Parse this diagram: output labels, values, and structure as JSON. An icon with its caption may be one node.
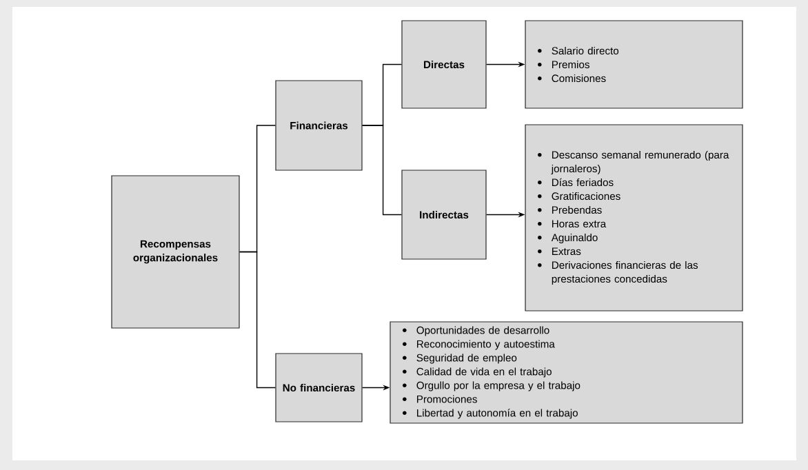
{
  "diagram": {
    "nodes": [
      {
        "text": [
          "Recompensas organizacionales"
        ]
      },
      {
        "text": [
          "Financieras"
        ]
      },
      {
        "text": [
          "No financieras"
        ]
      },
      {
        "text": [
          "Directas"
        ]
      },
      {
        "text": [
          "Indirectas"
        ]
      },
      {
        "text": [
          "Salario directo",
          "Premios",
          "Comisiones"
        ]
      },
      {
        "text": [
          "Descanso semanal remunerado (para jornaleros)",
          "Días feriados",
          "Gratificaciones",
          "Prebendas",
          "Horas extra",
          "Aguinaldo",
          "Extras",
          "Derivaciones financieras de las prestaciones concedidas"
        ]
      },
      {
        "text": [
          "Oportunidades de desarrollo",
          "Reconocimiento y autoestima",
          "Seguridad de empleo",
          "Calidad de vida en el trabajo",
          "Orgullo por la empresa y el trabajo",
          "Promociones",
          "Libertad y autonomía en el trabajo"
        ]
      }
    ],
    "edges": [
      {
        "from": 0,
        "to": 1,
        "arrow": "none"
      },
      {
        "from": 0,
        "to": 2,
        "arrow": "none"
      },
      {
        "from": 1,
        "to": 3,
        "arrow": "none"
      },
      {
        "from": 1,
        "to": 4,
        "arrow": "none"
      },
      {
        "from": 3,
        "to": 5,
        "arrow": "to"
      },
      {
        "from": 4,
        "to": 6,
        "arrow": "to"
      },
      {
        "from": 2,
        "to": 7,
        "arrow": "to"
      }
    ]
  }
}
